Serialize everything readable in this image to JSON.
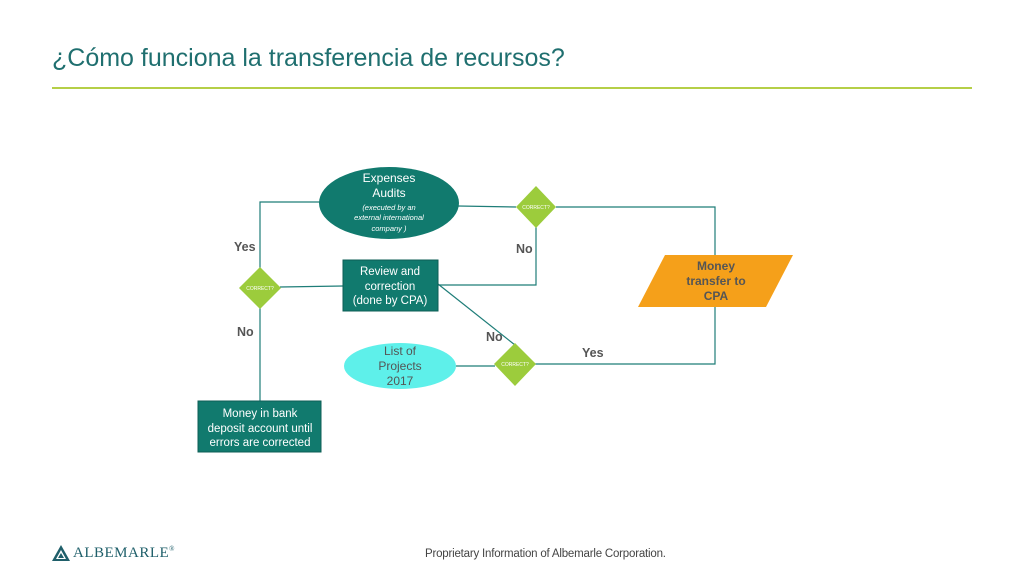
{
  "title": "¿Cómo funciona la transferencia de recursos?",
  "footer": "Proprietary Information of Albemarle Corporation.",
  "logo": {
    "text": "ALBEMARLE",
    "reg": "®"
  },
  "nodes": {
    "expenses": {
      "line1": "Expenses",
      "line2": "Audits",
      "line3": "(executed by an",
      "line4": "external international",
      "line5": "company )"
    },
    "review": {
      "line1": "Review and",
      "line2": "correction",
      "line3": "(done by CPA)"
    },
    "list": {
      "line1": "List of",
      "line2": "Projects",
      "line3": "2017"
    },
    "bank": {
      "line1": "Money in bank",
      "line2": "deposit account until",
      "line3": "errors are corrected"
    },
    "money": {
      "line1": "Money",
      "line2": "transfer to",
      "line3": "CPA"
    },
    "decision_top": "CORRECT?",
    "decision_left": "CORRECT?",
    "decision_bottom": "CORRECT?"
  },
  "edge_labels": {
    "yes_left": "Yes",
    "no_left": "No",
    "no_top": "No",
    "no_middle": "No",
    "yes_right": "Yes"
  },
  "colors": {
    "teal": "#117a6e",
    "green": "#9ccc3c",
    "cyan": "#5ef0ea",
    "orange": "#f5a01a",
    "line": "#1e7d78"
  }
}
